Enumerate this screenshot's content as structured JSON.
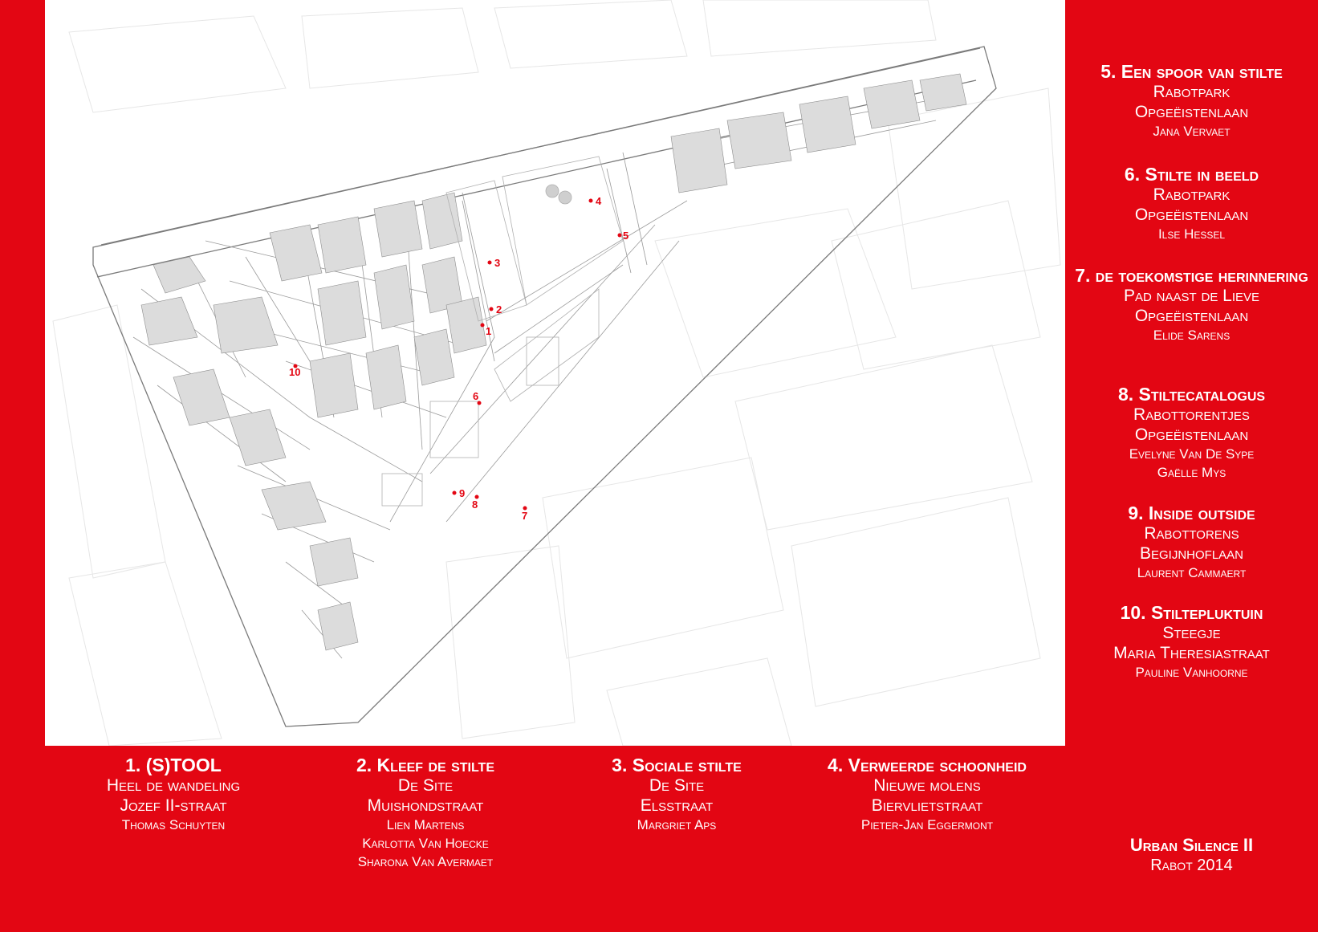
{
  "colors": {
    "background": "#e30613",
    "map": "#ffffff",
    "marker": "#e30613",
    "text": "#ffffff"
  },
  "map": {
    "markers": [
      {
        "label": "1"
      },
      {
        "label": "2"
      },
      {
        "label": "3"
      },
      {
        "label": "4"
      },
      {
        "label": "5"
      },
      {
        "label": "6"
      },
      {
        "label": "7"
      },
      {
        "label": "8"
      },
      {
        "label": "9"
      },
      {
        "label": "10"
      }
    ]
  },
  "entries_bottom": [
    {
      "title": "1. (S)TOOL",
      "lines": [
        "Heel de wandeling",
        "Jozef II-straat"
      ],
      "people": [
        "Thomas Schuyten"
      ]
    },
    {
      "title": "2. Kleef de stilte",
      "lines": [
        "De Site",
        "Muishondstraat"
      ],
      "people": [
        "Lien Martens",
        "Karlotta Van Hoecke",
        "Sharona Van Avermaet"
      ]
    },
    {
      "title": "3. Sociale stilte",
      "lines": [
        "De Site",
        "Elsstraat"
      ],
      "people": [
        "Margriet Aps"
      ]
    },
    {
      "title": "4. Verweerde schoonheid",
      "lines": [
        "Nieuwe molens",
        "Biervlietstraat"
      ],
      "people": [
        "Pieter-Jan Eggermont"
      ]
    }
  ],
  "entries_right": [
    {
      "title": "5. Een spoor van stilte",
      "lines": [
        "Rabotpark",
        "Opgeëistenlaan"
      ],
      "people": [
        "Jana Vervaet"
      ]
    },
    {
      "title": "6. Stilte in beeld",
      "lines": [
        "Rabotpark",
        "Opgeëistenlaan"
      ],
      "people": [
        "Ilse Hessel"
      ]
    },
    {
      "title": "7. de toekomstige herinnering",
      "lines": [
        "Pad naast de Lieve",
        "Opgeëistenlaan"
      ],
      "people": [
        "Elide Sarens"
      ]
    },
    {
      "title": "8. Stiltecatalogus",
      "lines": [
        "Rabottorentjes",
        "Opgeëistenlaan"
      ],
      "people": [
        "Evelyne Van De Sype",
        "Gaëlle Mys"
      ]
    },
    {
      "title": "9. Inside outside",
      "lines": [
        "Rabottorens",
        "Begijnhoflaan"
      ],
      "people": [
        "Laurent Cammaert"
      ]
    },
    {
      "title": "10. Stiltepluktuin",
      "lines": [
        "Steegje",
        "Maria Theresiastraat"
      ],
      "people": [
        "Pauline Vanhoorne"
      ]
    }
  ],
  "title_block": {
    "title": "Urban Silence II",
    "subtitle": "Rabot 2014"
  }
}
